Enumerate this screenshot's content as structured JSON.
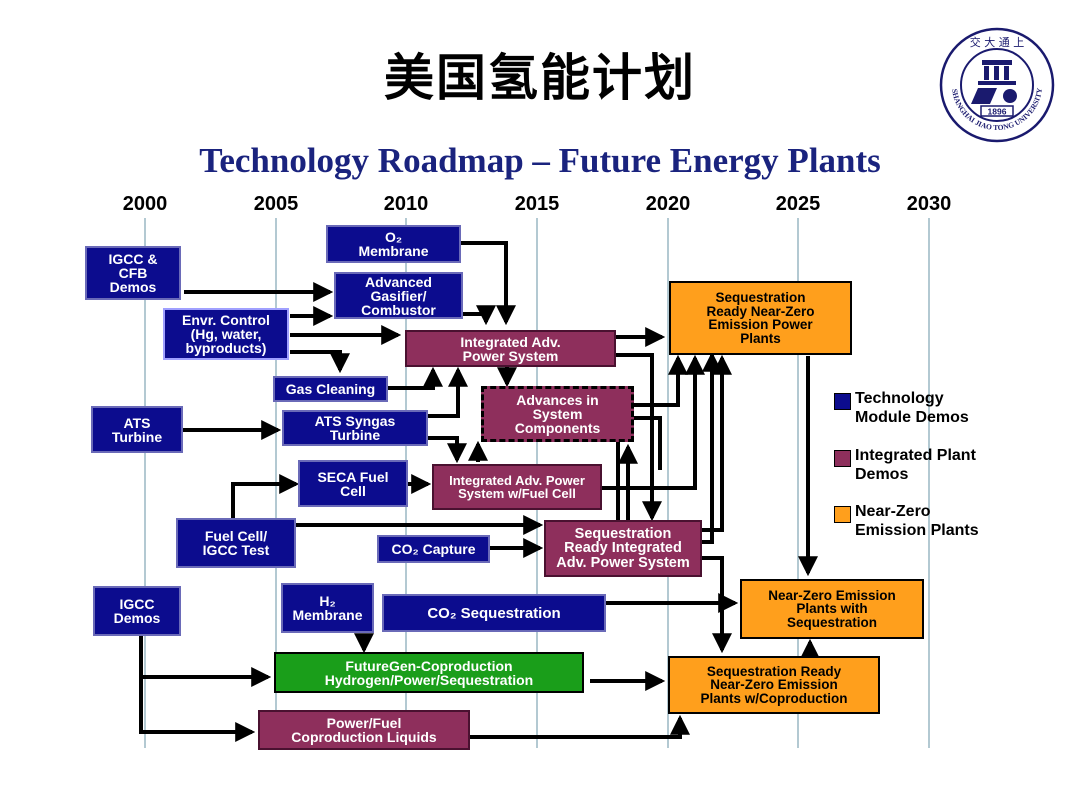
{
  "title": "美国氢能计划",
  "subtitle": "Technology Roadmap – Future Energy Plants",
  "logo": {
    "top_text": "交 大 通 上",
    "ring_text": "SHANGHAI JIAO TONG UNIVERSITY",
    "year": "1896"
  },
  "years": [
    "2000",
    "2005",
    "2010",
    "2015",
    "2020",
    "2025",
    "2030"
  ],
  "boxes": {
    "igcc_cfb": [
      "IGCC &",
      "CFB",
      "Demos"
    ],
    "o2_membrane": [
      "O₂",
      "Membrane"
    ],
    "adv_gasifier": [
      "Advanced",
      "Gasifier/",
      "Combustor"
    ],
    "envr_control": [
      "Envr. Control",
      "(Hg, water,",
      "byproducts)"
    ],
    "integrated_adv_power": [
      "Integrated Adv.",
      "Power System"
    ],
    "gas_cleaning": [
      "Gas Cleaning"
    ],
    "advances_system": [
      "Advances in",
      "System",
      "Components"
    ],
    "ats_turbine": [
      "ATS",
      "Turbine"
    ],
    "ats_syngas": [
      "ATS Syngas",
      "Turbine"
    ],
    "seca_fuel_cell": [
      "SECA Fuel",
      "Cell"
    ],
    "integrated_fuel_cell": [
      "Integrated Adv. Power",
      "System w/Fuel Cell"
    ],
    "fuel_cell_igcc": [
      "Fuel Cell/",
      "IGCC Test"
    ],
    "co2_capture": [
      "CO₂ Capture"
    ],
    "seq_ready_integrated": [
      "Sequestration",
      "Ready Integrated",
      "Adv. Power System"
    ],
    "igcc_demos": [
      "IGCC",
      "Demos"
    ],
    "h2_membrane": [
      "H₂",
      "Membrane"
    ],
    "co2_sequestration": [
      "CO₂ Sequestration"
    ],
    "futuregen": [
      "FutureGen-Coproduction",
      "Hydrogen/Power/Sequestration"
    ],
    "power_fuel": [
      "Power/Fuel",
      "Coproduction Liquids"
    ],
    "seq_ready_nz_power": [
      "Sequestration",
      "Ready Near-Zero",
      "Emission Power",
      "Plants"
    ],
    "nz_with_seq": [
      "Near-Zero Emission",
      "Plants with",
      "Sequestration"
    ],
    "seq_ready_nz_coprod": [
      "Sequestration Ready",
      "Near-Zero Emission",
      "Plants w/Coproduction"
    ]
  },
  "legend": [
    {
      "label": "Technology\nModule Demos",
      "color": "#0c0c8e"
    },
    {
      "label": "Integrated Plant\nDemos",
      "color": "#8e2f5c"
    },
    {
      "label": "Near-Zero\nEmission Plants",
      "color": "#ff9f1c"
    }
  ],
  "colors": {
    "technology": "#0c0c8e",
    "integrated": "#8e2f5c",
    "near_zero": "#ff9f1c",
    "futuregen": "#1a9e1a",
    "subtitle": "#1a237e"
  }
}
